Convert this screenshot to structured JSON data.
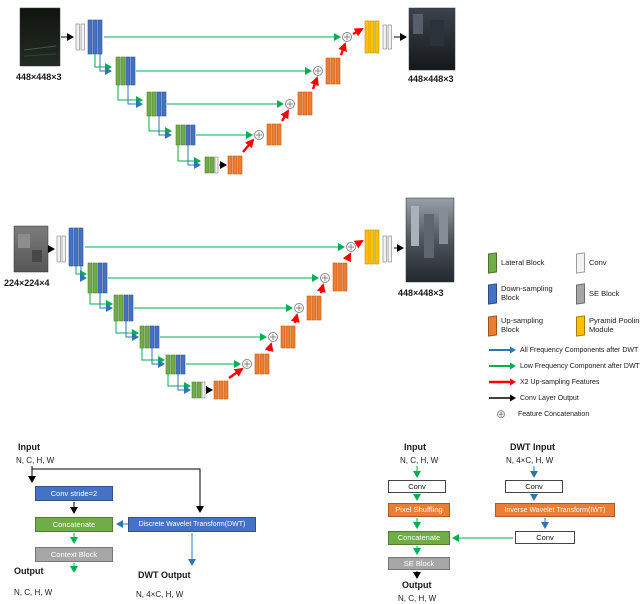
{
  "figure": {
    "top": {
      "input_label": "448×448×3",
      "output_label": "448×448×3"
    },
    "middle": {
      "input_label": "224×224×4",
      "output_label": "448×448×3"
    }
  },
  "legend": {
    "blocks": [
      {
        "label": "Lateral Block",
        "color": "#70AD47"
      },
      {
        "label": "Conv",
        "color": "#F2F2F2"
      },
      {
        "label": "Down-sampling Block",
        "color": "#4472C4"
      },
      {
        "label": "SE Block",
        "color": "#A6A6A6"
      },
      {
        "label": "Up-sampling Block",
        "color": "#ED7D31"
      },
      {
        "label": "Pyramid Pooling Module",
        "color": "#FFC000"
      }
    ],
    "arrows": [
      {
        "label": "All Frequency Components after DWT",
        "color": "#2E75B6"
      },
      {
        "label": "Low Frequency Component after DWT",
        "color": "#00B050"
      },
      {
        "label": "X2 Up-sampling Features",
        "color": "#FF0000"
      },
      {
        "label": "Conv Layer Output",
        "color": "#000000"
      }
    ],
    "concat": {
      "symbol": "⊕",
      "label": "Feature Concatenation"
    }
  },
  "dwt_module": {
    "input_title": "Input",
    "input_dims": "N, C, H, W",
    "conv_stride": "Conv stride=2",
    "concatenate": "Concatenate",
    "dwt": "Discrete Wavelet Transform(DWT)",
    "context_block": "Context Block",
    "output_title": "Output",
    "output_dims": "N, C, H, W",
    "dwt_output_title": "DWT Output",
    "dwt_output_dims": "N, 4×C, H, W"
  },
  "iwt_module": {
    "input_title": "Input",
    "input_dims": "N, C, H, W",
    "dwt_input_title": "DWT Input",
    "dwt_input_dims": "N, 4×C, H, W",
    "conv_top_left": "Conv",
    "conv_top_right": "Conv",
    "pixel_shuffling": "Pixel Shuffling",
    "iwt": "Inverse Wavelet Transform(IWT)",
    "concatenate": "Concatenate",
    "conv_right_lower": "Conv",
    "se_block": "SE Block",
    "output_title": "Output",
    "output_dims": "N, C, H, W"
  }
}
